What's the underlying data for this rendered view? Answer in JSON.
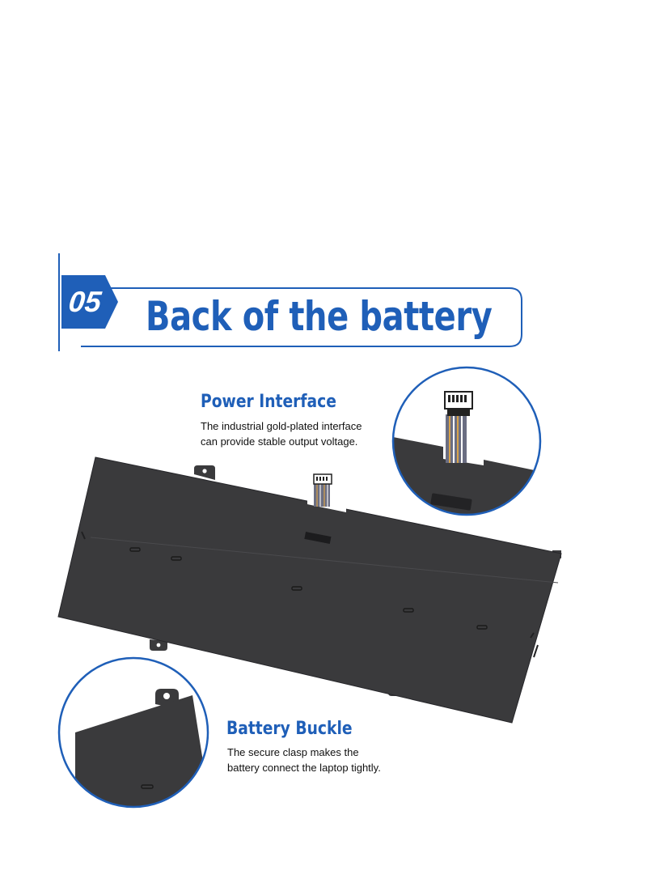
{
  "section": {
    "number": "05",
    "title": "Back of the battery"
  },
  "features": {
    "power_interface": {
      "heading": "Power Interface",
      "body_line1": "The industrial gold-plated interface",
      "body_line2": "can provide stable output voltage."
    },
    "battery_buckle": {
      "heading": "Battery Buckle",
      "body_line1": "The secure clasp makes the",
      "body_line2": "battery connect the laptop tightly."
    }
  },
  "colors": {
    "brand_blue": "#1f5fb8",
    "battery_body": "#3a3a3c",
    "background": "#ffffff"
  }
}
